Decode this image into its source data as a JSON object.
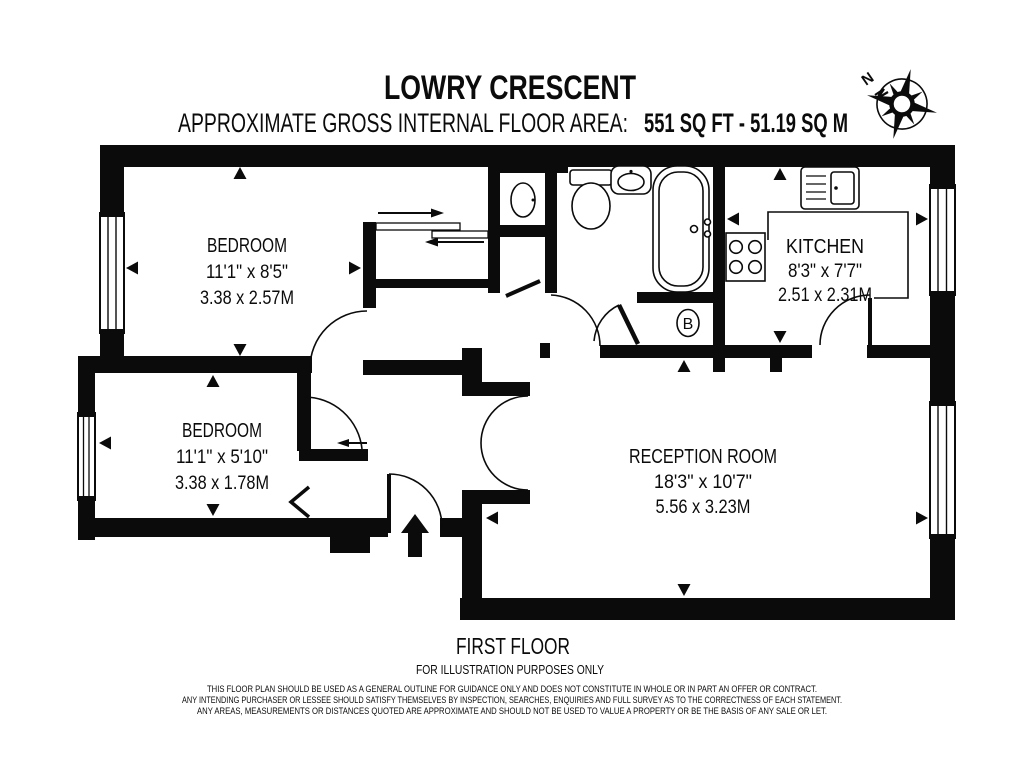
{
  "header": {
    "title": "LOWRY CRESCENT",
    "area_label": "APPROXIMATE GROSS INTERNAL FLOOR AREA:",
    "area_value": "551 SQ FT  -  51.19 SQ M"
  },
  "compass": {
    "north": "N"
  },
  "rooms": {
    "bedroom1": {
      "name": "BEDROOM",
      "imperial": "11'1\" x 8'5\"",
      "metric": "3.38 x 2.57M"
    },
    "bedroom2": {
      "name": "BEDROOM",
      "imperial": "11'1\" x 5'10\"",
      "metric": "3.38 x 1.78M"
    },
    "kitchen": {
      "name": "KITCHEN",
      "imperial": "8'3\" x 7'7\"",
      "metric": "2.51 x 2.31M"
    },
    "reception": {
      "name": "RECEPTION ROOM",
      "imperial": "18'3\" x 10'7\"",
      "metric": "5.56 x 3.23M"
    }
  },
  "annotations": {
    "boiler": "B"
  },
  "footer": {
    "floor": "FIRST FLOOR",
    "note": "FOR ILLUSTRATION PURPOSES ONLY",
    "disclaimer": [
      "THIS FLOOR PLAN SHOULD BE USED AS A GENERAL OUTLINE FOR GUIDANCE ONLY AND DOES NOT CONSTITUTE IN WHOLE OR IN PART AN OFFER OR CONTRACT.",
      "ANY INTENDING PURCHASER OR LESSEE SHOULD SATISFY THEMSELVES BY INSPECTION, SEARCHES, ENQUIRIES AND FULL SURVEY AS TO THE CORRECTNESS OF EACH STATEMENT.",
      "ANY AREAS, MEASUREMENTS OR DISTANCES QUOTED ARE APPROXIMATE AND SHOULD NOT BE USED TO VALUE A PROPERTY OR BE THE BASIS OF ANY SALE OR LET."
    ]
  }
}
